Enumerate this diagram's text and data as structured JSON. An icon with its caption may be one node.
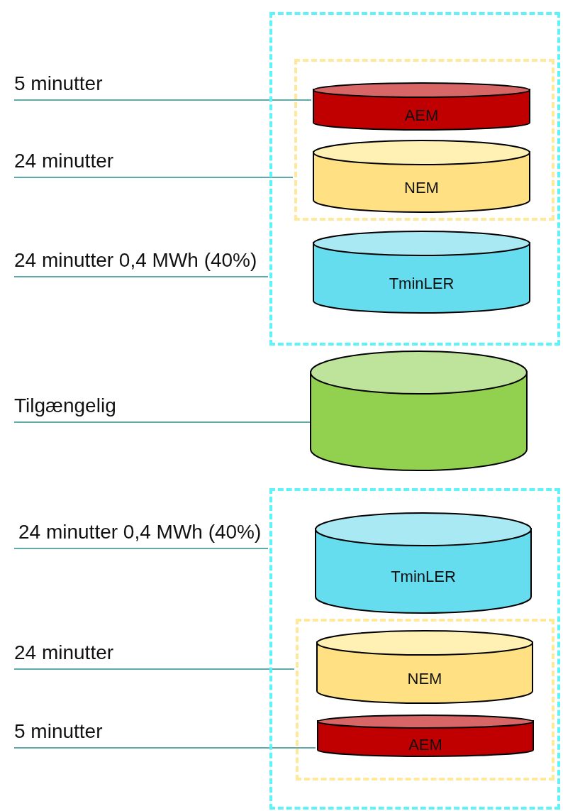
{
  "diagram": {
    "nodes": [
      {
        "text": [],
        "shape": "box"
      },
      {
        "text": [],
        "shape": "box",
        "in": 0
      },
      {
        "text": [
          "AEM"
        ],
        "in": 1
      },
      {
        "text": [
          "NEM"
        ],
        "in": 1
      },
      {
        "text": [
          "TminLER"
        ],
        "in": 0
      },
      {
        "text": [],
        "shape": "cylinder"
      },
      {
        "text": [],
        "shape": "box"
      },
      {
        "text": [
          "TminLER"
        ],
        "in": 6
      },
      {
        "text": [],
        "shape": "box",
        "in": 6
      },
      {
        "text": [
          "NEM"
        ],
        "in": 8
      },
      {
        "text": [
          "AEM"
        ],
        "in": 8
      },
      {
        "text": [
          "5 minutter"
        ]
      },
      {
        "text": [
          "24 minutter"
        ]
      },
      {
        "text": [
          "24 minutter 0,4 MWh (40%)"
        ]
      },
      {
        "text": [
          "Tilgængelig"
        ]
      },
      {
        "text": [
          "24 minutter 0,4 MWh (40%)"
        ]
      },
      {
        "text": [
          "24 minutter"
        ]
      },
      {
        "text": [
          "5 minutter"
        ]
      }
    ],
    "edges": [
      {
        "from": 11,
        "to": 2,
        "arrow": "none"
      },
      {
        "from": 12,
        "to": 1,
        "arrow": "none"
      },
      {
        "from": 13,
        "to": 0,
        "arrow": "none"
      },
      {
        "from": 14,
        "to": 5,
        "arrow": "none"
      },
      {
        "from": 15,
        "to": 6,
        "arrow": "none"
      },
      {
        "from": 16,
        "to": 8,
        "arrow": "none"
      },
      {
        "from": 17,
        "to": 10,
        "arrow": "none"
      }
    ]
  }
}
